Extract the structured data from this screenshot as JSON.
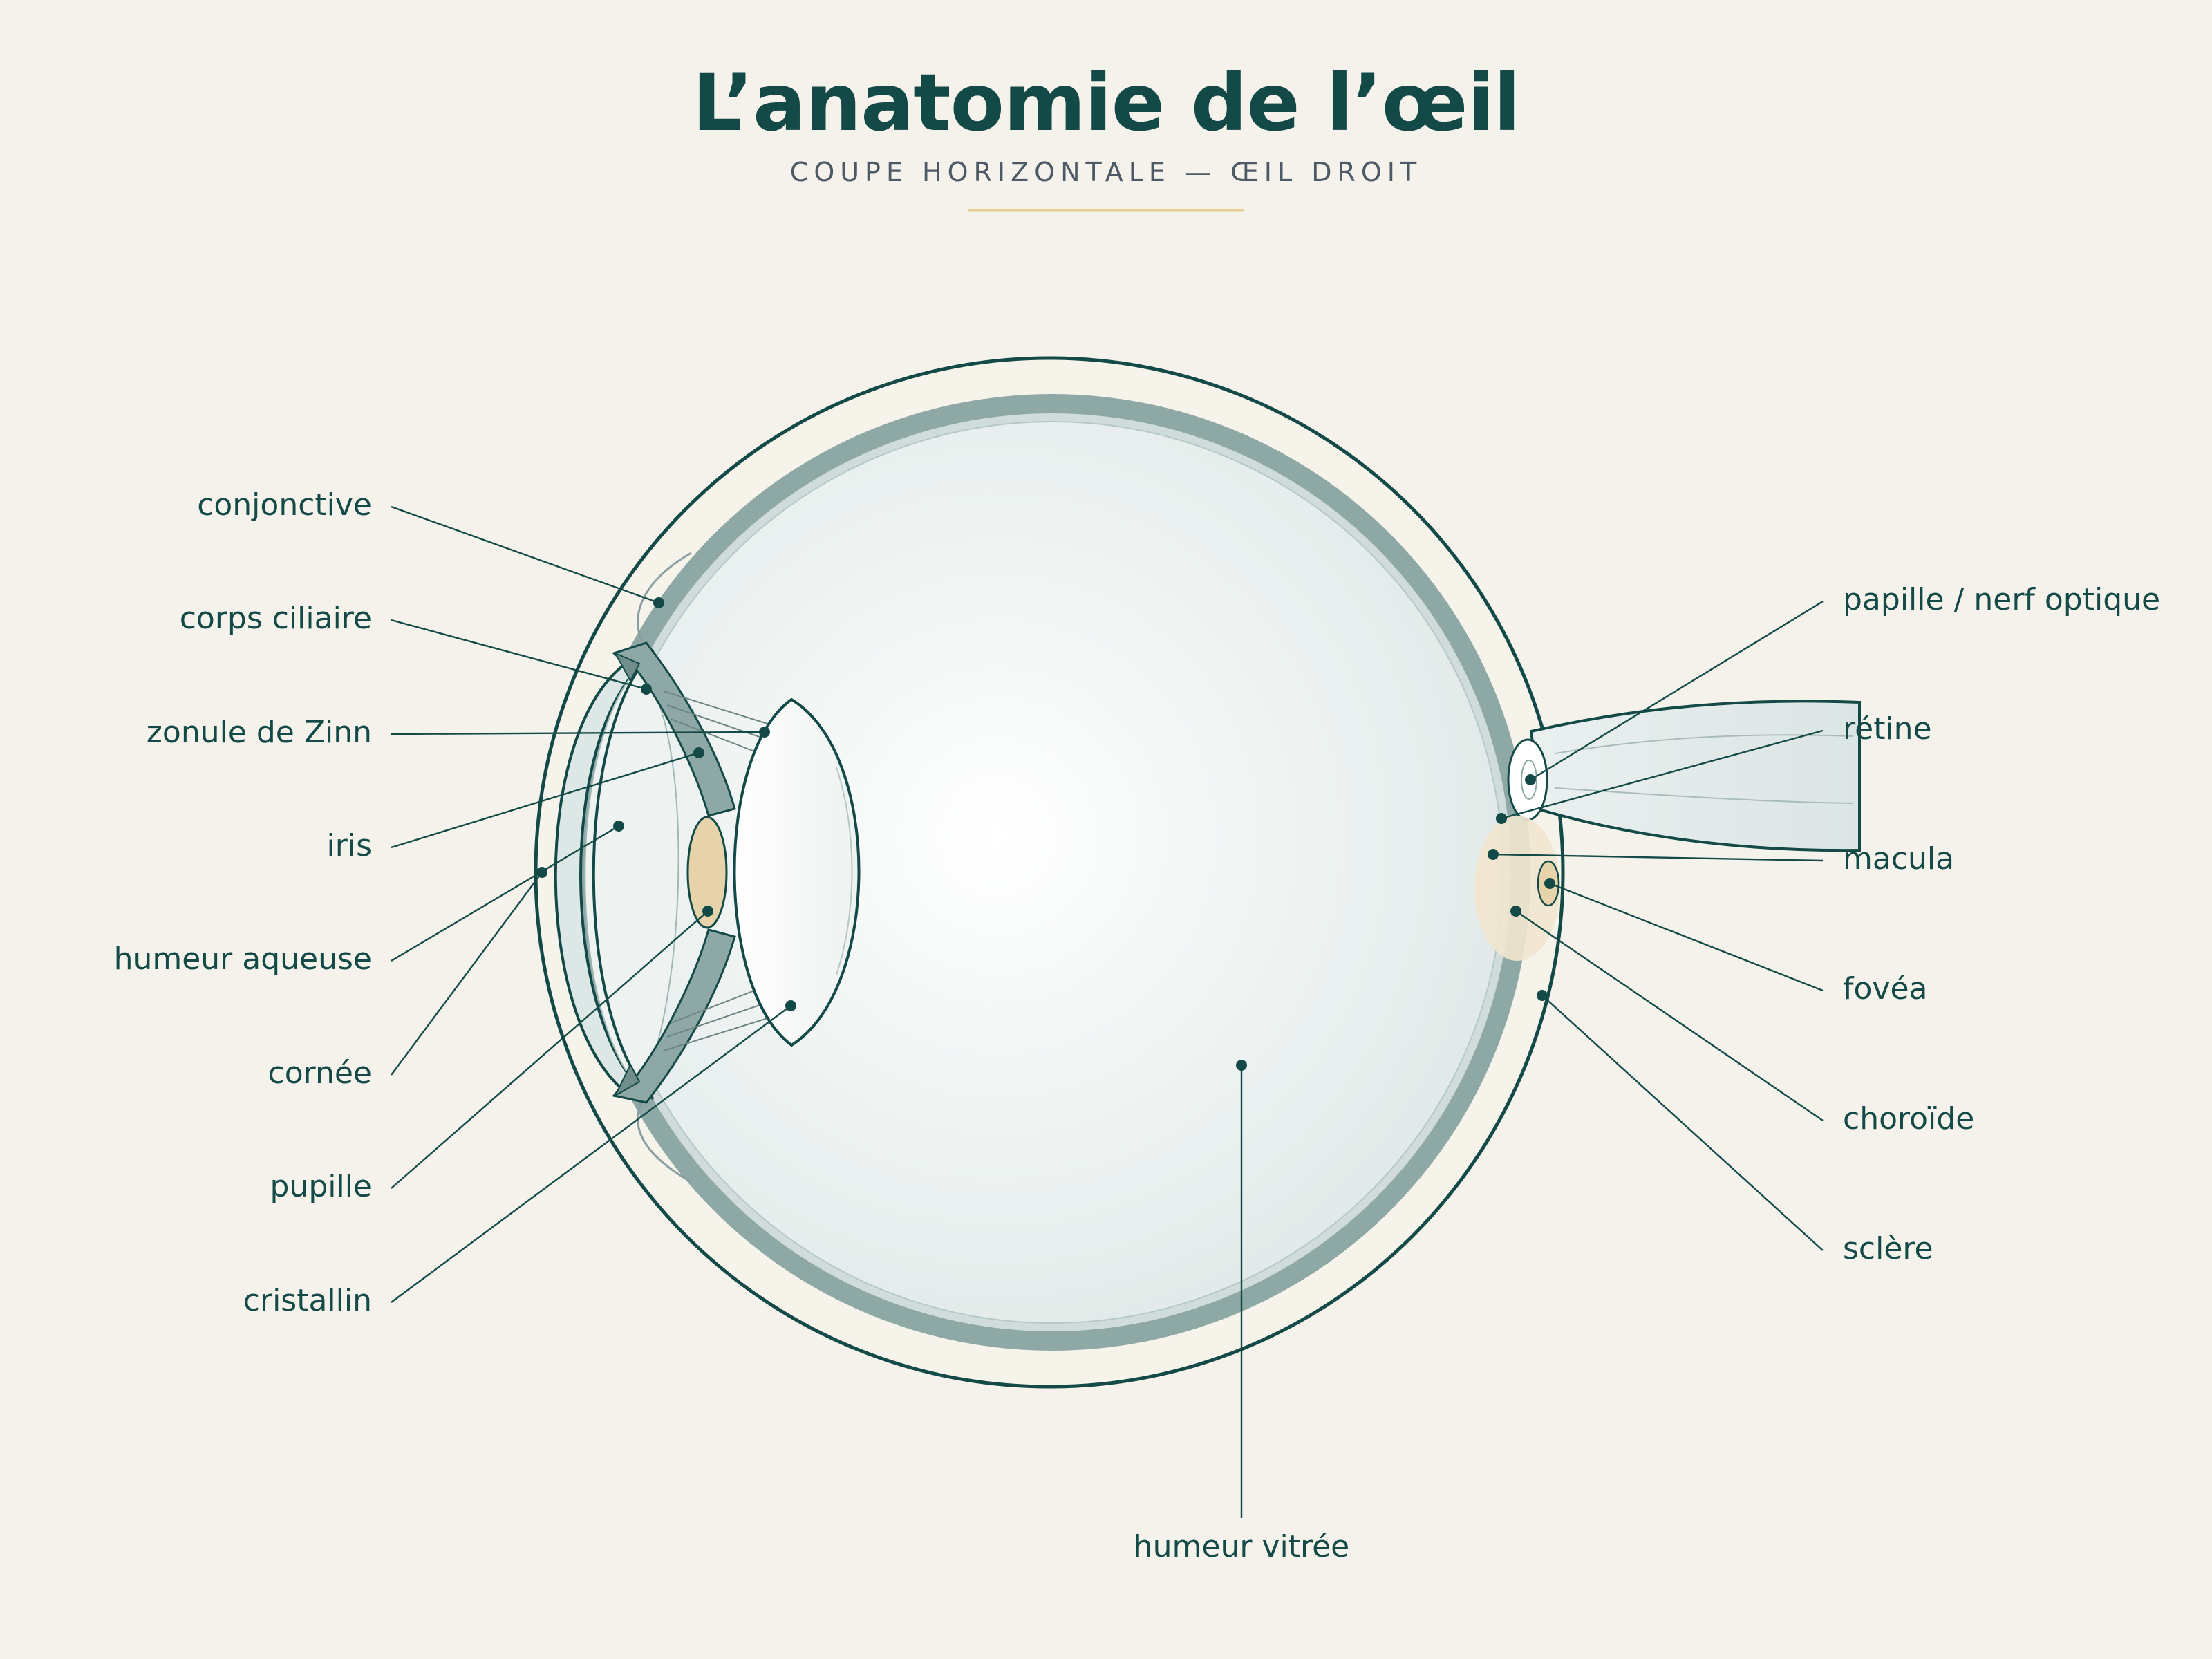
{
  "title": "L’anatomie de l’œil",
  "subtitle": "COUPE HORIZONTALE — ŒIL DROIT",
  "colors": {
    "ink": "#134a47",
    "background": "#f4f2eb",
    "sclera_band": "#8ea8a6",
    "lens_accent": "#e7d3a9",
    "divider": "#e4cf95"
  },
  "labels": {
    "conjonctive": "conjonctive",
    "corps_ciliaire": "corps ciliaire",
    "zonule": "zonule de Zinn",
    "iris": "iris",
    "humeur_aqueuse": "humeur aqueuse",
    "cornee": "cornée",
    "pupille": "pupille",
    "cristallin": "cristallin",
    "papille": "papille / nerf optique",
    "retine": "rétine",
    "macula": "macula",
    "fovea": "fovéa",
    "choroide": "choroïde",
    "sclere": "sclère",
    "humeur_vitree": "humeur vitrée"
  }
}
